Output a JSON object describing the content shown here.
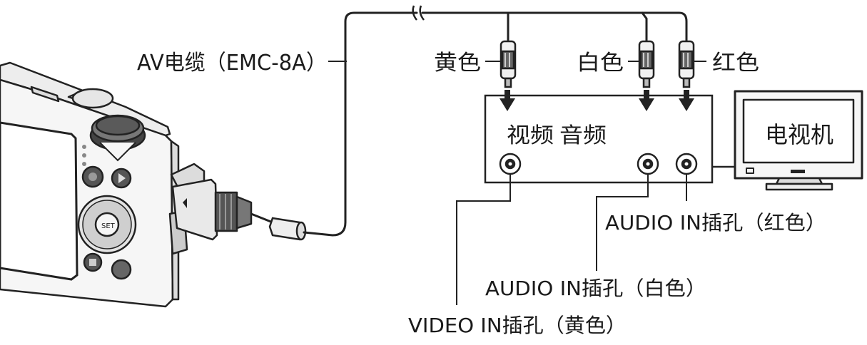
{
  "labels": {
    "cable": "AV电缆（EMC-8A）",
    "plug_yellow": "黄色",
    "plug_white": "白色",
    "plug_red": "红色",
    "panel_video": "视频",
    "panel_audio": "音频",
    "tv": "电视机",
    "jack_audio_red": "AUDIO IN插孔（红色）",
    "jack_audio_white": "AUDIO IN插孔（白色）",
    "jack_video": "VIDEO IN插孔（黄色）"
  },
  "colors": {
    "line": "#222222",
    "body": "#f6f6f6",
    "dark": "#333333"
  }
}
